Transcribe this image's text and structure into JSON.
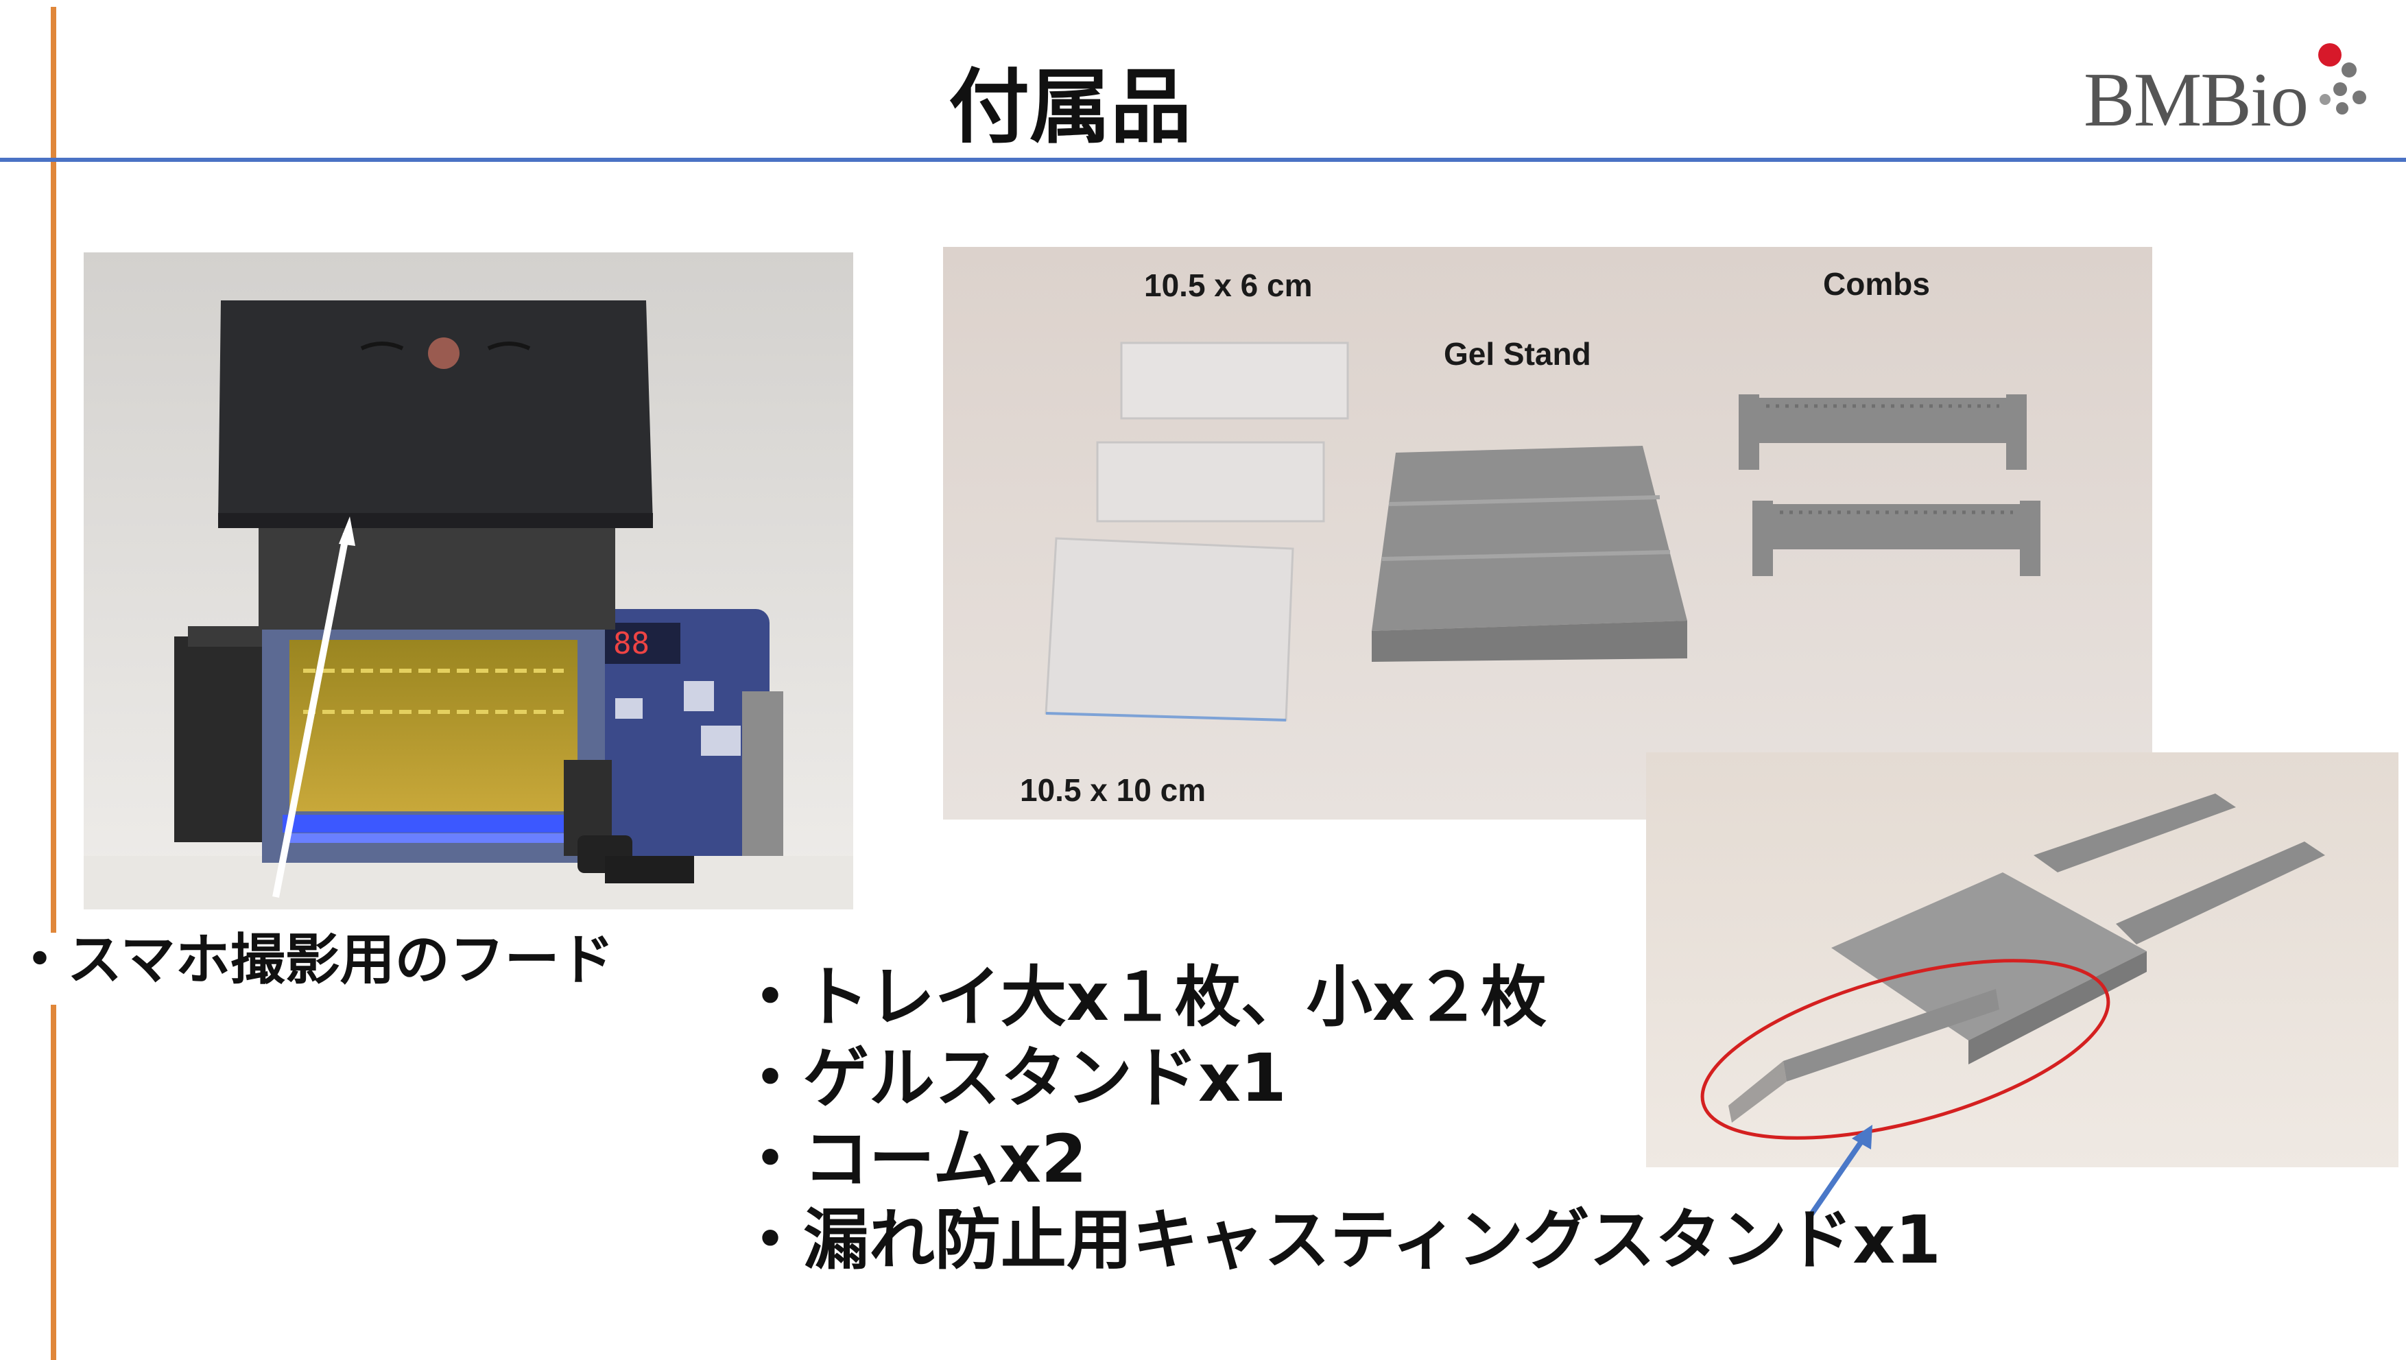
{
  "slide": {
    "title": "付属品",
    "logo": {
      "text": "BMBio",
      "dot_color": "#d7192a",
      "accent_color": "#666666"
    },
    "colors": {
      "vertical_rule": "#e0873a",
      "horizontal_rule": "#4a72c4",
      "callout_ellipse": "#d42020",
      "callout_arrow": "#4a78c8"
    }
  },
  "device_photo": {
    "caption": "・スマホ撮影用のフード",
    "hood_arrow_color": "#ffffff"
  },
  "parts_photo": {
    "label_tray_small": "10.5 x 6 cm",
    "label_tray_large": "10.5 x 10 cm",
    "label_gel_stand": "Gel Stand",
    "label_combs": "Combs"
  },
  "casting_photo": {
    "highlight": "casting-stand"
  },
  "accessories": [
    "・トレイ大x１枚、小x２枚",
    "・ゲルスタンドx1",
    "・コームx2",
    "・漏れ防止用キャスティングスタンドx1"
  ]
}
